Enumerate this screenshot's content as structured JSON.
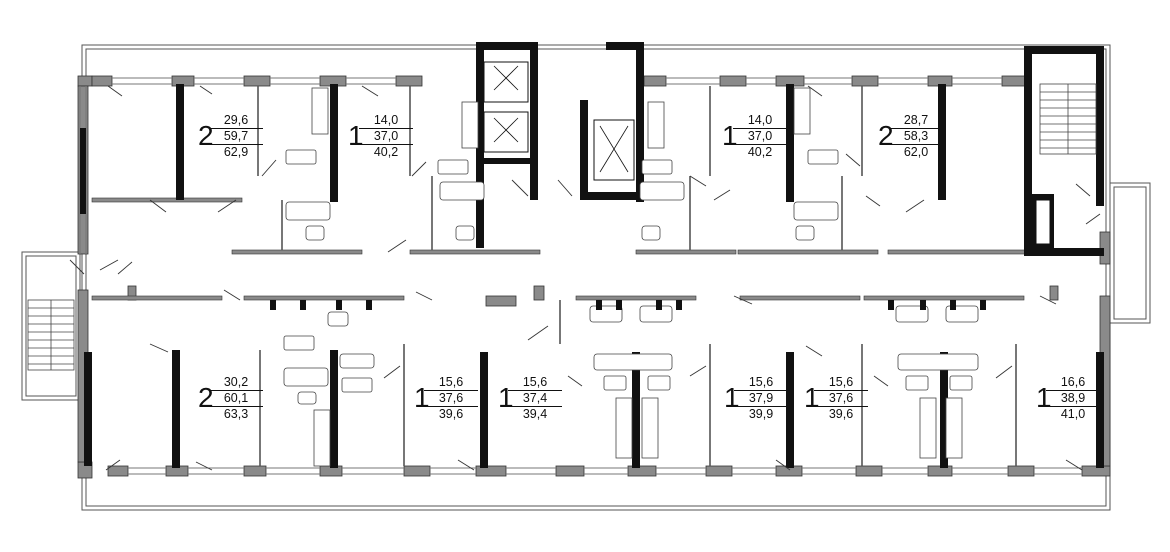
{
  "apartments": [
    {
      "id": "a1",
      "rooms": "2",
      "living": "29,6",
      "total": "59,7",
      "total_with_loggia": "62,9"
    },
    {
      "id": "a2",
      "rooms": "1",
      "living": "14,0",
      "total": "37,0",
      "total_with_loggia": "40,2"
    },
    {
      "id": "a3",
      "rooms": "1",
      "living": "14,0",
      "total": "37,0",
      "total_with_loggia": "40,2"
    },
    {
      "id": "a4",
      "rooms": "2",
      "living": "28,7",
      "total": "58,3",
      "total_with_loggia": "62,0"
    },
    {
      "id": "a5",
      "rooms": "2",
      "living": "30,2",
      "total": "60,1",
      "total_with_loggia": "63,3"
    },
    {
      "id": "a6",
      "rooms": "1",
      "living": "15,6",
      "total": "37,6",
      "total_with_loggia": "39,6"
    },
    {
      "id": "a7",
      "rooms": "1",
      "living": "15,6",
      "total": "37,4",
      "total_with_loggia": "39,4"
    },
    {
      "id": "a8",
      "rooms": "1",
      "living": "15,6",
      "total": "37,9",
      "total_with_loggia": "39,9"
    },
    {
      "id": "a9",
      "rooms": "1",
      "living": "15,6",
      "total": "37,6",
      "total_with_loggia": "39,6"
    },
    {
      "id": "a10",
      "rooms": "1",
      "living": "16,6",
      "total": "38,9",
      "total_with_loggia": "41,0"
    }
  ]
}
